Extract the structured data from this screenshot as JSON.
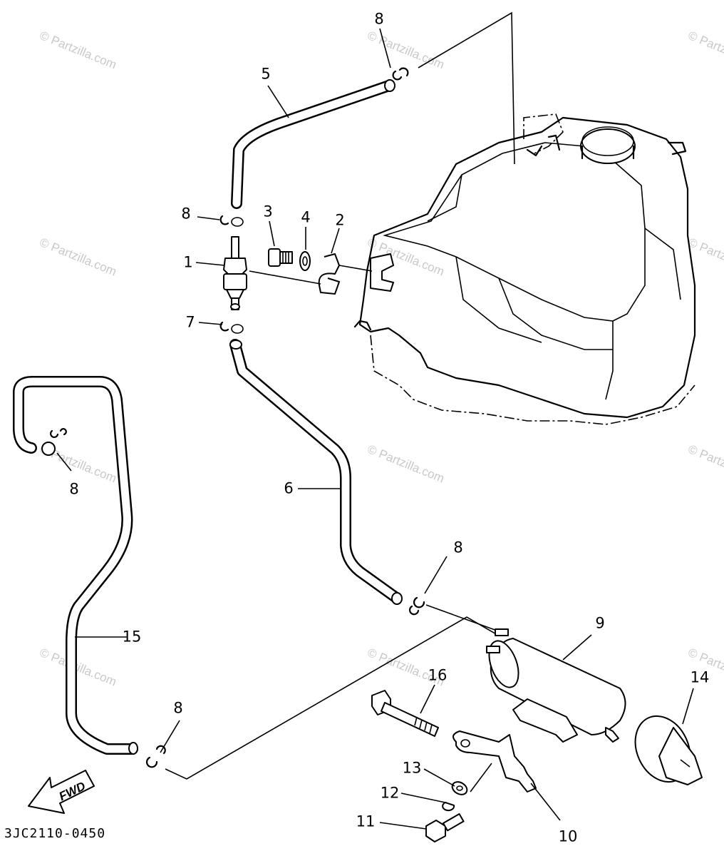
{
  "diagram": {
    "drawing_code": "3JC2110-0450",
    "direction_label": "FWD",
    "watermark": "© Partzilla.com",
    "callouts": {
      "c1": "1",
      "c2": "2",
      "c3": "3",
      "c4": "4",
      "c5": "5",
      "c6": "6",
      "c7": "7",
      "c8a": "8",
      "c8b": "8",
      "c8c": "8",
      "c8d": "8",
      "c8e": "8",
      "c9": "9",
      "c10": "10",
      "c11": "11",
      "c12": "12",
      "c13": "13",
      "c14": "14",
      "c15": "15",
      "c16": "16"
    }
  }
}
